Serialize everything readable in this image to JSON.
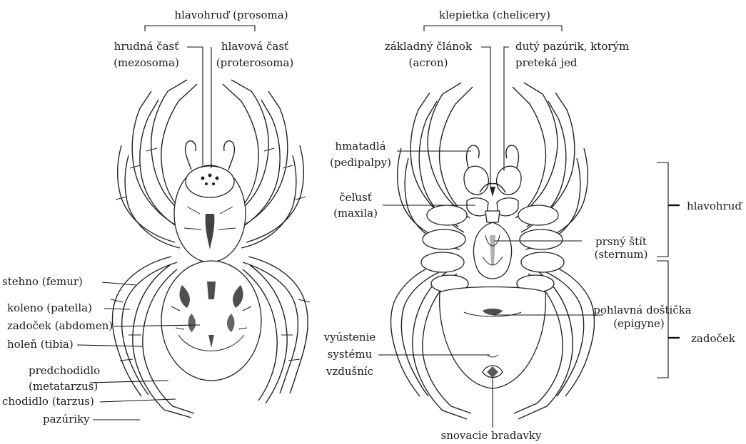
{
  "dorsal_view": {
    "labels": {
      "prosoma": "hlavohruď (prosoma)",
      "mezosoma_1": "hrudná časť",
      "mezosoma_2": "(mezosoma)",
      "proterosoma_1": "hlavová časť",
      "proterosoma_2": "(proterosoma)",
      "femur": "stehno (femur)",
      "patella": "koleno (patella)",
      "abdomen": "zadoček (abdomen)",
      "tibia": "holeň (tibia)",
      "metatarzus_1": "predchodidlo",
      "metatarzus_2": "(metatarzus)",
      "tarzus": "chodidlo (tarzus)",
      "claws": "pazúriky"
    }
  },
  "ventral_view": {
    "labels": {
      "chelicery": "klepietka (chelicery)",
      "acron_1": "základný článok",
      "acron_2": "(acron)",
      "fang_1": "dutý pazúrik, ktorým",
      "fang_2": "preteká jed",
      "pedipalpy_1": "hmatadlá",
      "pedipalpy_2": "(pedipalpy)",
      "maxila_1": "čeľusť",
      "maxila_2": "(maxila)",
      "sternum_1": "prsný štít",
      "sternum_2": "(sternum)",
      "epigyne_1": "pohlavná doštička",
      "epigyne_2": "(epigyne)",
      "spiracle_1": "vyústenie",
      "spiracle_2": "systému",
      "spiracle_3": "vzdušníc",
      "spinnerets": "snovacie bradavky",
      "group_cephalothorax": "hlavohruď",
      "group_abdomen": "zadoček"
    }
  }
}
